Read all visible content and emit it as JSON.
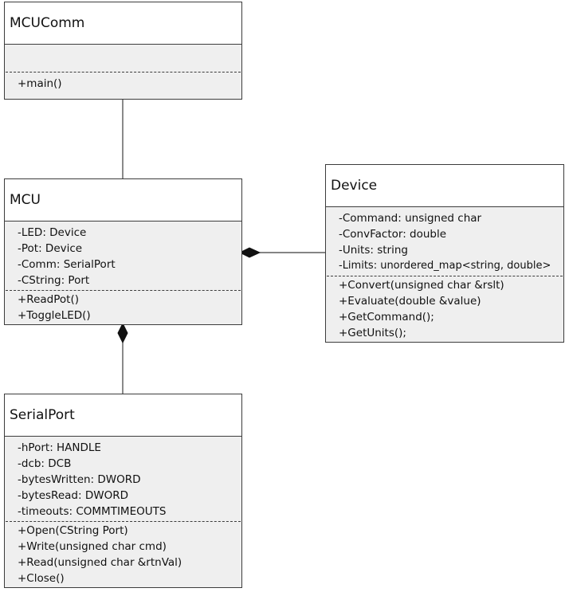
{
  "classes": {
    "mcucomm": {
      "name": "MCUComm",
      "attributes": [],
      "methods": [
        "+main()"
      ]
    },
    "mcu": {
      "name": "MCU",
      "attributes": [
        "-LED: Device",
        "-Pot: Device",
        "-Comm: SerialPort",
        "-CString: Port"
      ],
      "methods": [
        "+ReadPot()",
        "+ToggleLED()"
      ]
    },
    "device": {
      "name": "Device",
      "attributes": [
        "-Command: unsigned char",
        "-ConvFactor: double",
        "-Units: string",
        "-Limits: unordered_map<string, double>"
      ],
      "methods": [
        "+Convert(unsigned char &rslt)",
        "+Evaluate(double &value)",
        "+GetCommand();",
        "+GetUnits();"
      ]
    },
    "serialport": {
      "name": "SerialPort",
      "attributes": [
        "-hPort: HANDLE",
        "-dcb: DCB",
        "-bytesWritten: DWORD",
        "-bytesRead: DWORD",
        "-timeouts: COMMTIMEOUTS"
      ],
      "methods": [
        "+Open(CString Port)",
        "+Write(unsigned char cmd)",
        "+Read(unsigned char &rtnVal)",
        "+Close()"
      ]
    }
  },
  "relationships": [
    {
      "from": "mcucomm",
      "to": "mcu",
      "type": "association"
    },
    {
      "from": "mcu",
      "to": "device",
      "type": "composition"
    },
    {
      "from": "mcu",
      "to": "serialport",
      "type": "composition"
    }
  ],
  "colors": {
    "border": "#3c3c3c",
    "body_fill": "#efefef",
    "header_fill": "#ffffff"
  }
}
